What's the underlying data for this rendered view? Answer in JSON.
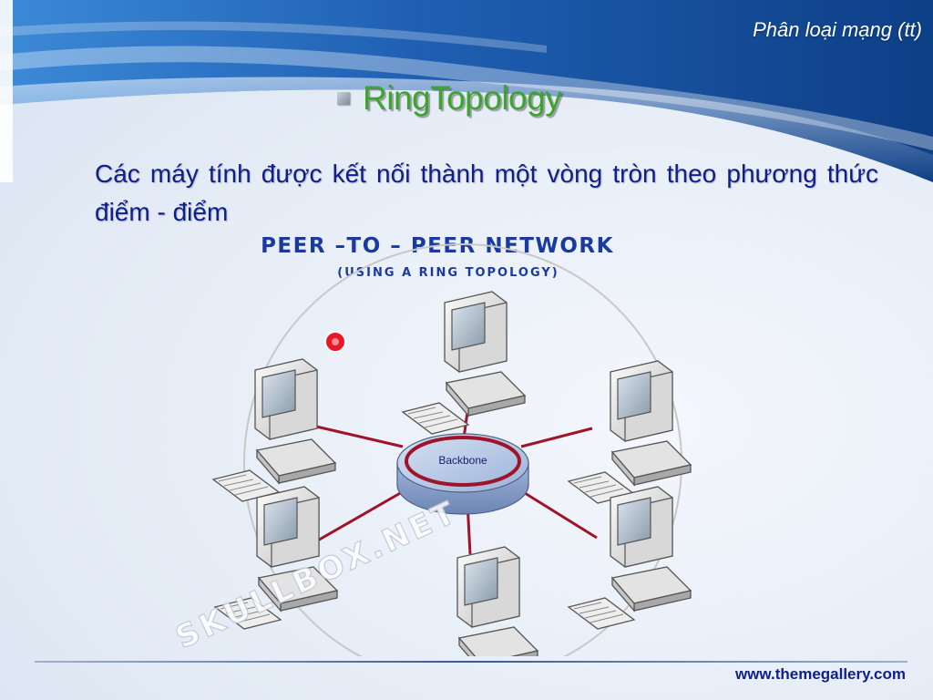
{
  "header": {
    "title": "Phân loại mạng (tt)"
  },
  "topic": {
    "title": "RingTopology",
    "bullet_icon": "square-bullet-icon"
  },
  "description": "Các máy tính được kết nối thành một vòng tròn theo phương thức điểm - điểm",
  "diagram": {
    "title": "PEER –TO – PEER NETWORK",
    "subtitle": "(USING A RING TOPOLOGY)",
    "hub_label": "Backbone",
    "watermark": "SKULLBOX.NET",
    "node_count": 6,
    "colors": {
      "link": "#a0142a",
      "hub": "#a9bedf",
      "ring": "#c8c8c8",
      "token": "#e8182a"
    }
  },
  "footer": {
    "url": "www.themegallery.com"
  }
}
